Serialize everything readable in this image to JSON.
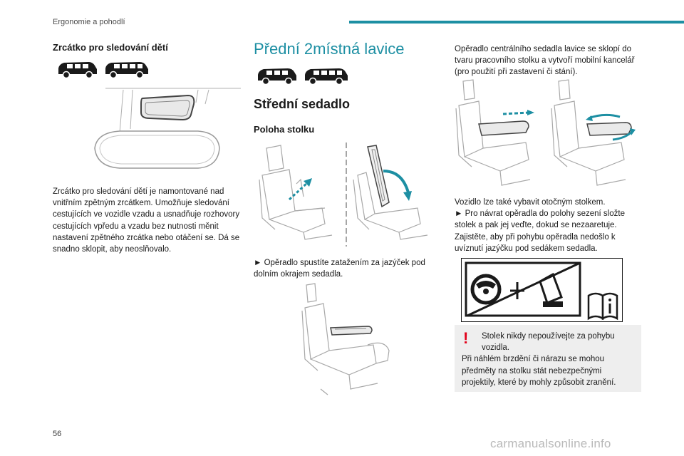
{
  "header": {
    "section": "Ergonomie a pohodlí"
  },
  "col1": {
    "title": "Zrcátko pro sledování dětí",
    "paragraph": "Zrcátko pro sledování dětí je namontované nad vnitřním zpětným zrcátkem. Umožňuje sledování cestujících ve vozidle vzadu a usnadňuje rozhovory cestujících vpředu a vzadu bez nutnosti měnit nastavení zpětného zrcátka nebo otáčení se. Dá se snadno sklopit, aby neoslňovalo."
  },
  "col2": {
    "title": "Přední 2místná lavice",
    "subtitle": "Střední sedadlo",
    "subheading": "Poloha stolku",
    "instruction": "► Opěradlo spustíte zatažením za jazýček pod dolním okrajem sedadla."
  },
  "col3": {
    "intro": "Opěradlo centrálního sedadla lavice se sklopí do tvaru pracovního stolku a vytvoří mobilní kancelář (pro použití při zastavení či stání).",
    "para": "Vozidlo lze také vybavit otočným stolkem.",
    "bullet": "► Pro návrat opěradla do polohy sezení složte stolek a pak jej veďte, dokud se nezaaretuje.",
    "check": "Zajistěte, aby při pohybu opěradla nedošlo k uvíznutí jazýčku pod sedákem sedadla.",
    "warning_mark": "!",
    "warning_line1": "Stolek nikdy nepoužívejte za pohybu vozidla.",
    "warning_line2": "Při náhlém brzdění či nárazu se mohou předměty na stolku stát nebezpečnými projektily, které by mohly způsobit zranění."
  },
  "footer": {
    "page": "56",
    "watermark": "carmanualsonline.info"
  },
  "colors": {
    "accent": "#1d8fa3",
    "warning": "#e2001a",
    "note_bg": "#eeeeee"
  },
  "icons": [
    "van-short-icon",
    "van-long-icon",
    "mirror-illustration",
    "seat-release-illustration",
    "seat-table-illustration",
    "swivel-table-illustration",
    "airbag-forbidden-icon",
    "manual-info-icon"
  ]
}
